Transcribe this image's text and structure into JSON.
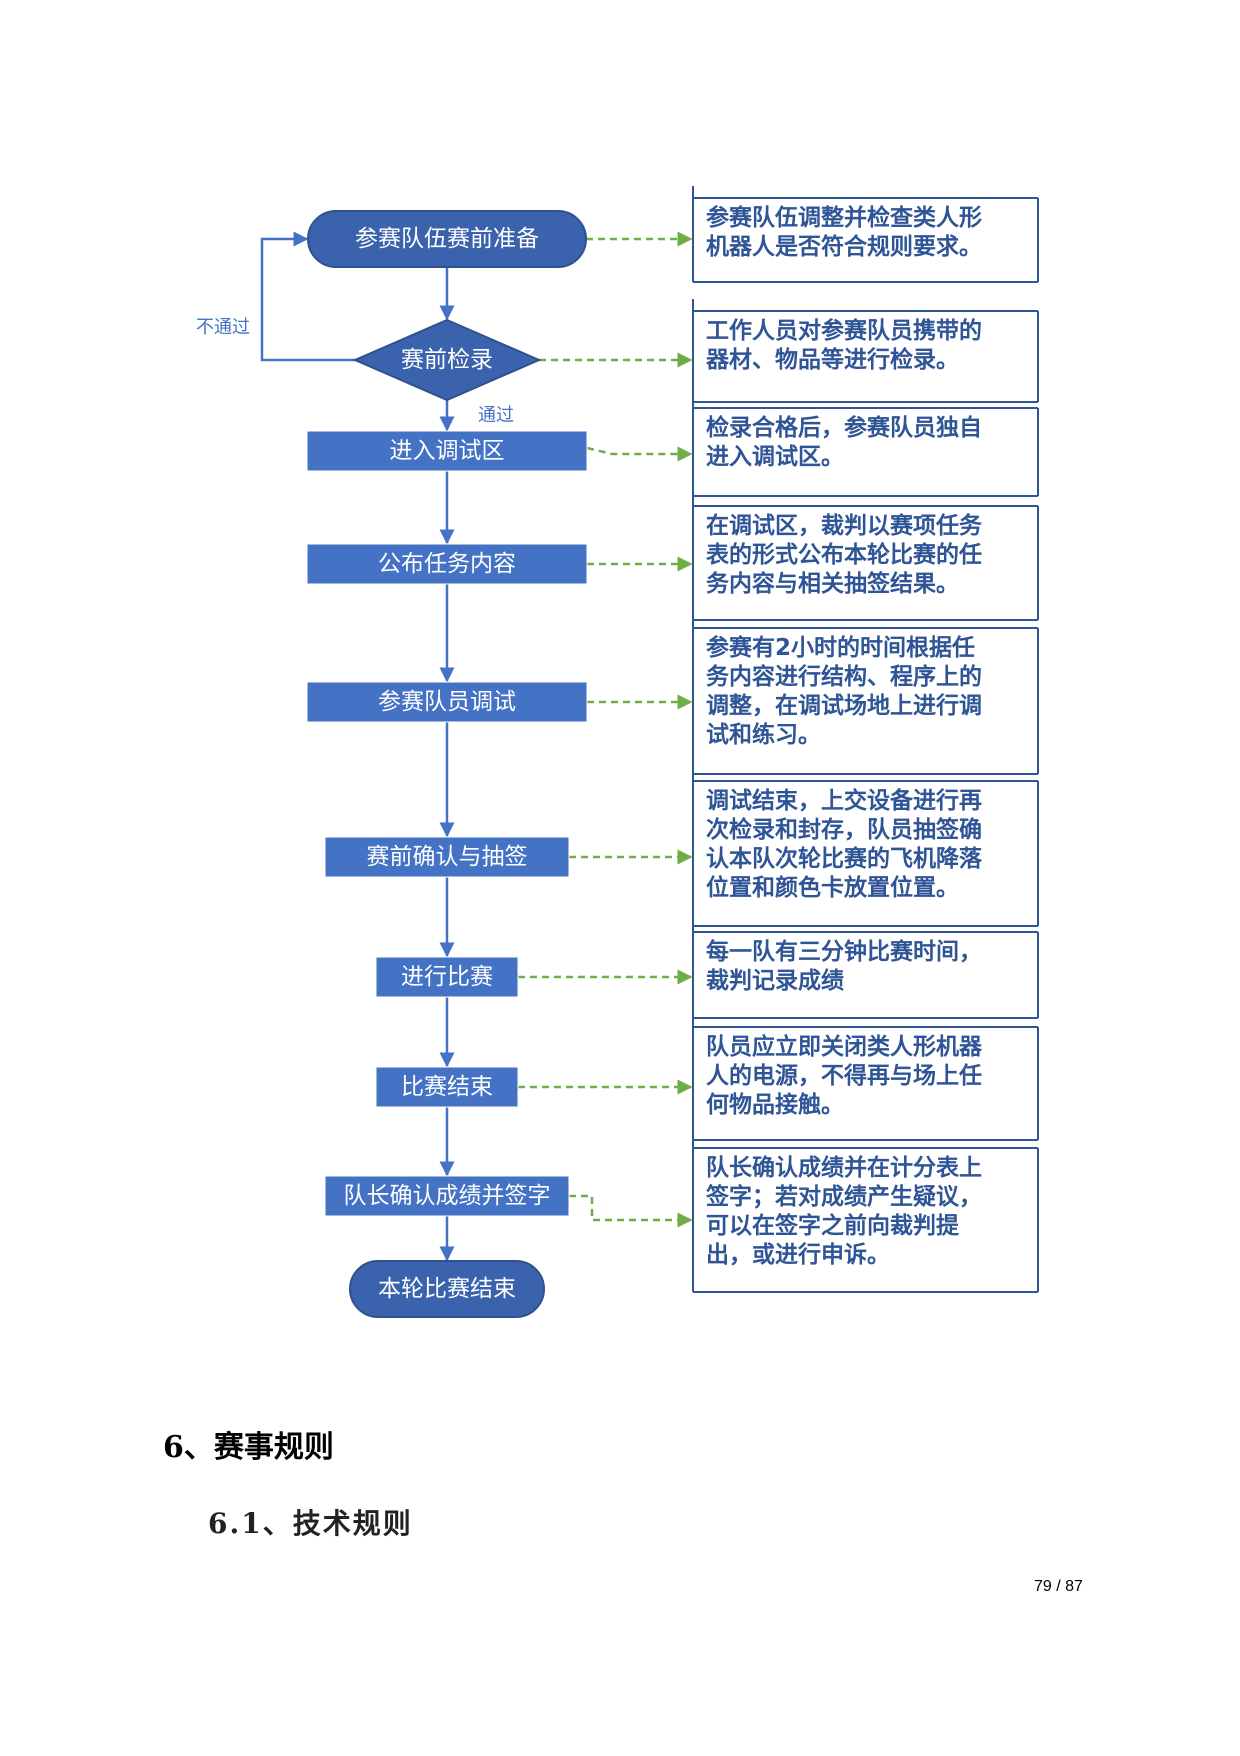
{
  "flowchart": {
    "nodes": [
      {
        "id": "prep",
        "shape": "rounded",
        "label": "参赛队伍赛前准备"
      },
      {
        "id": "check",
        "shape": "diamond",
        "label": "赛前检录"
      },
      {
        "id": "enter",
        "shape": "rect",
        "label": "进入调试区"
      },
      {
        "id": "publish",
        "shape": "rect",
        "label": "公布任务内容"
      },
      {
        "id": "debug",
        "shape": "rect",
        "label": "参赛队员调试"
      },
      {
        "id": "confirm",
        "shape": "rect",
        "label": "赛前确认与抽签"
      },
      {
        "id": "match",
        "shape": "rect",
        "label": "进行比赛"
      },
      {
        "id": "end",
        "shape": "rect",
        "label": "比赛结束"
      },
      {
        "id": "sign",
        "shape": "rect",
        "label": "队长确认成绩并签字"
      },
      {
        "id": "finish",
        "shape": "rounded",
        "label": "本轮比赛结束"
      }
    ],
    "branch_labels": {
      "fail": "不通过",
      "pass": "通过"
    },
    "descriptions": [
      {
        "for": "prep",
        "lines": [
          "参赛队伍调整并检查类人形",
          "机器人是否符合规则要求。"
        ]
      },
      {
        "for": "check",
        "lines": [
          "工作人员对参赛队员携带的",
          "器材、物品等进行检录。"
        ]
      },
      {
        "for": "enter",
        "lines": [
          "检录合格后，参赛队员独自",
          "进入调试区。"
        ]
      },
      {
        "for": "publish",
        "lines": [
          "在调试区，裁判以赛项任务",
          "表的形式公布本轮比赛的任",
          "务内容与相关抽签结果。"
        ]
      },
      {
        "for": "debug",
        "lines": [
          "参赛有2小时的时间根据任",
          "务内容进行结构、程序上的",
          "调整，在调试场地上进行调",
          "试和练习。"
        ]
      },
      {
        "for": "confirm",
        "lines": [
          "调试结束，上交设备进行再",
          "次检录和封存，队员抽签确",
          "认本队次轮比赛的飞机降落",
          "位置和颜色卡放置位置。"
        ]
      },
      {
        "for": "match",
        "lines": [
          "每一队有三分钟比赛时间，",
          "裁判记录成绩"
        ]
      },
      {
        "for": "end",
        "lines": [
          "队员应立即关闭类人形机器",
          "人的电源，不得再与场上任",
          "何物品接触。"
        ]
      },
      {
        "for": "sign",
        "lines": [
          "队长确认成绩并在计分表上",
          "签字；若对成绩产生疑议，",
          "可以在签字之前向裁判提",
          "出，或进行申诉。"
        ]
      }
    ]
  },
  "colors": {
    "node_fill": "#4472c4",
    "rounded_fill": "#3a62ad",
    "node_stroke": "#2f528f",
    "arrow": "#4472c4",
    "dashed_arrow": "#70ad47",
    "desc_text": "#2f5597",
    "desc_border": "#2f5597"
  },
  "heading": "6、赛事规则",
  "subheading": "6.1、技术规则",
  "page_number": "79 / 87"
}
